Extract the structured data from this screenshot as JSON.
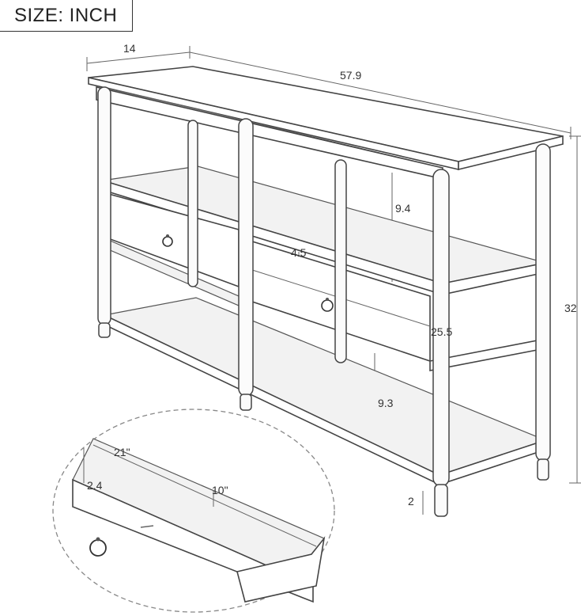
{
  "header": {
    "size_label": "SIZE: INCH"
  },
  "dimensions": {
    "depth": "14",
    "width": "57.9",
    "height": "32",
    "upper_gap": "9.4",
    "drawer_height": "4.5",
    "middle_height": "25.5",
    "lower_gap": "9.3",
    "foot_height": "2"
  },
  "inset": {
    "drawer_depth_label": "21\"",
    "drawer_side": "2.4",
    "drawer_length": "10\""
  }
}
